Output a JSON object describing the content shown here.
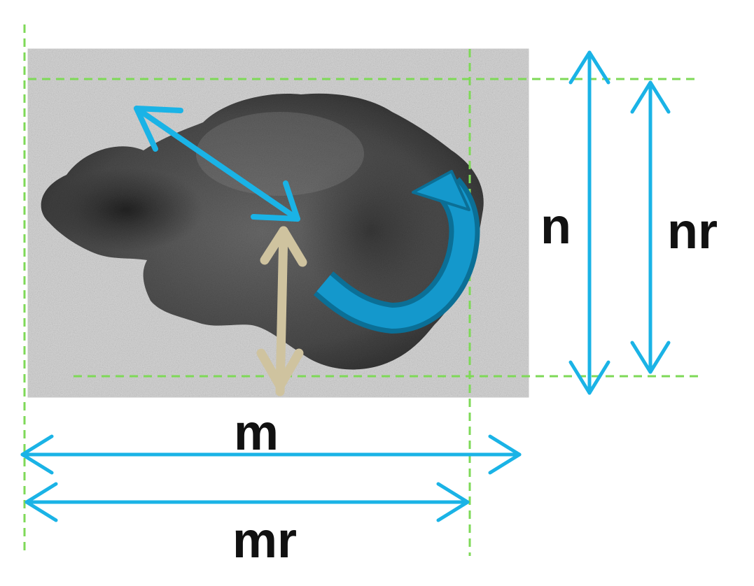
{
  "labels": {
    "n": "n",
    "nr": "nr",
    "m": "m",
    "mr": "mr"
  },
  "colors": {
    "guide_green": "#7ed957",
    "arrow_cyan": "#1ab3e6",
    "rotation_blue": "#0e8cbf",
    "radial_beige": "#cfc39f",
    "skin_background": "#d9d9d9",
    "lesion_dark": "#3b3b3b"
  },
  "icons": {
    "diagonal": "double-arrow-icon",
    "rotation": "curved-arrow-icon",
    "vertical_radial": "double-arrow-icon"
  }
}
